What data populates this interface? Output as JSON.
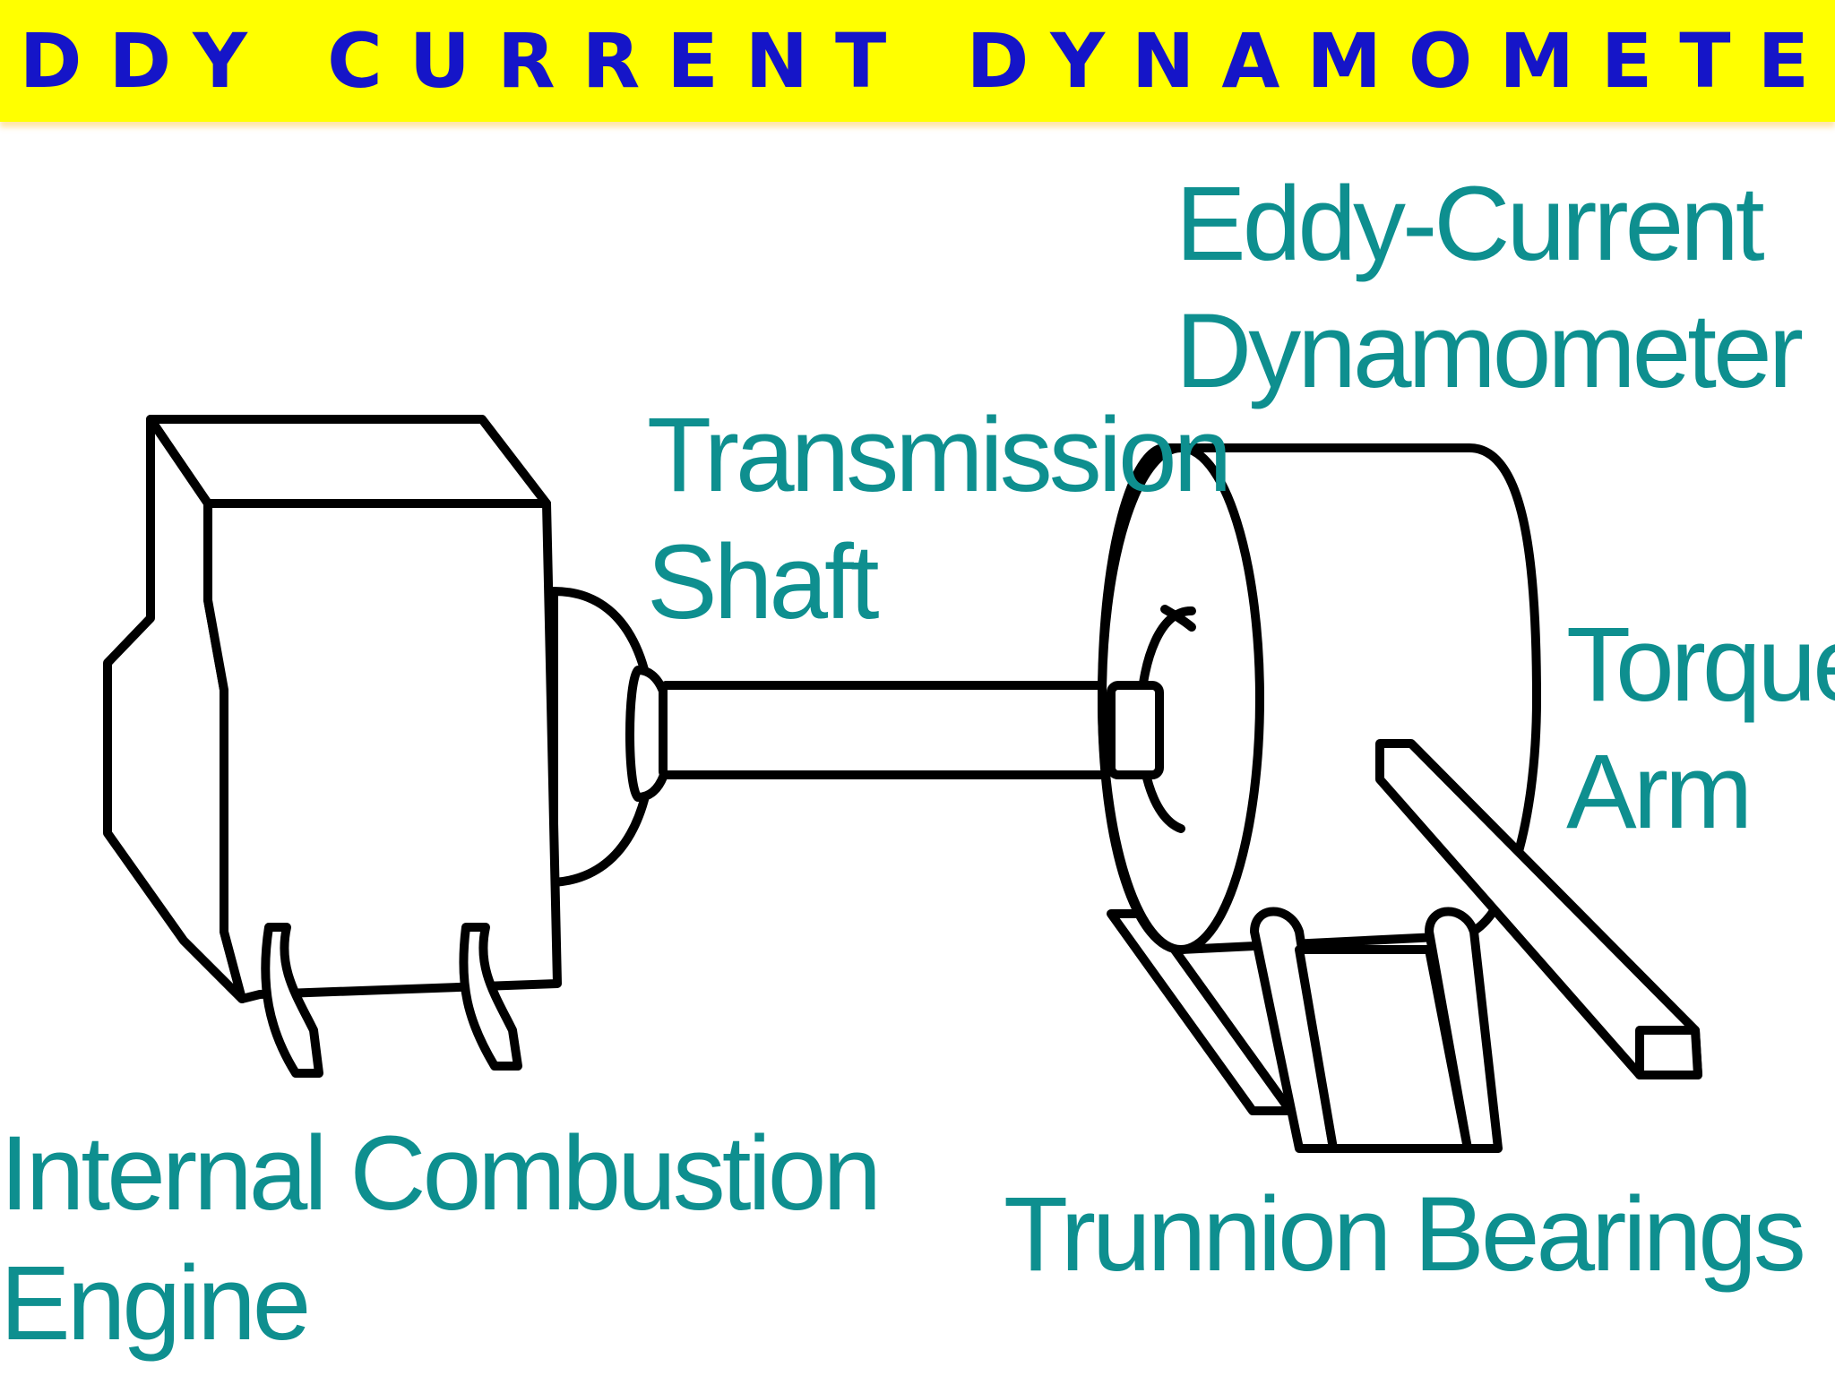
{
  "title": "EDDY CURRENT DYNAMOMETER",
  "colors": {
    "title_background": "#ffff00",
    "title_text": "#1515c8",
    "label_text": "#0e8f8f",
    "outline": "#000000"
  },
  "labels": {
    "dynamometer_line1": "Eddy-Current",
    "dynamometer_line2": "Dynamometer",
    "shaft_line1": "Transmission",
    "shaft_line2": "Shaft",
    "torque_arm_line1": "Torque",
    "torque_arm_line2": "Arm",
    "engine_line1": "Internal Combustion",
    "engine_line2": "Engine",
    "bearings": "Trunnion Bearings"
  }
}
